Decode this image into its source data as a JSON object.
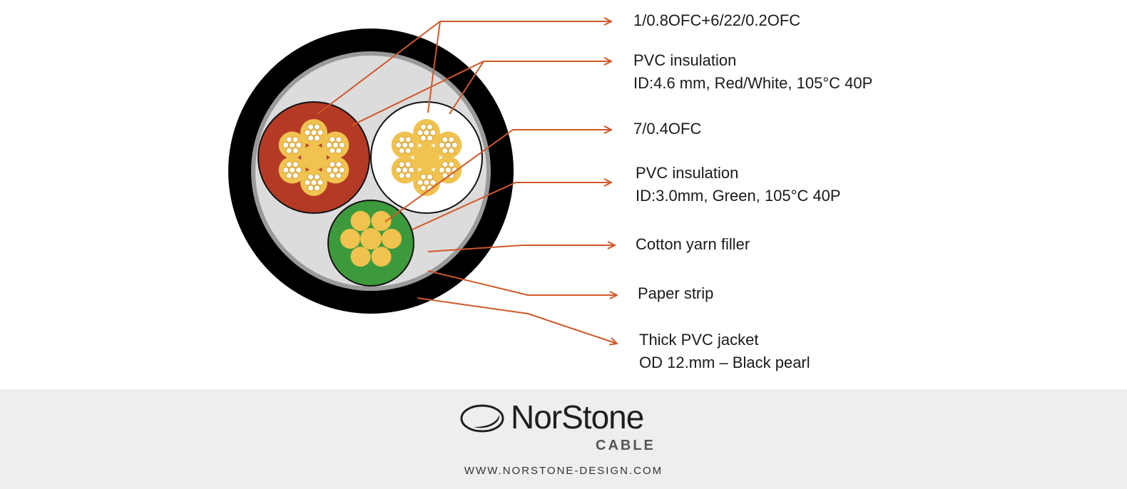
{
  "labels": {
    "conductor_main": "1/0.8OFC+6/22/0.2OFC",
    "insulation_main_1": "PVC insulation",
    "insulation_main_2": "ID:4.6 mm, Red/White, 105°C 40P",
    "conductor_ground": "7/0.4OFC",
    "insulation_ground_1": "PVC insulation",
    "insulation_ground_2": "ID:3.0mm, Green, 105°C 40P",
    "filler": "Cotton yarn filler",
    "paper": "Paper strip",
    "jacket_1": "Thick PVC jacket",
    "jacket_2": "OD 12.mm – Black pearl"
  },
  "footer": {
    "brand": "NorStone",
    "brand_sub": "CABLE",
    "website": "WWW.NORSTONE-DESIGN.COM"
  },
  "colors": {
    "jacket": "#000000",
    "paper": "#9a9a9a",
    "filler": "#dcdcdc",
    "red_insulation": "#b53a25",
    "white_insulation": "#ffffff",
    "green_insulation": "#3d9a3c",
    "copper": "#f0c24f",
    "leader": "#d2572a"
  }
}
